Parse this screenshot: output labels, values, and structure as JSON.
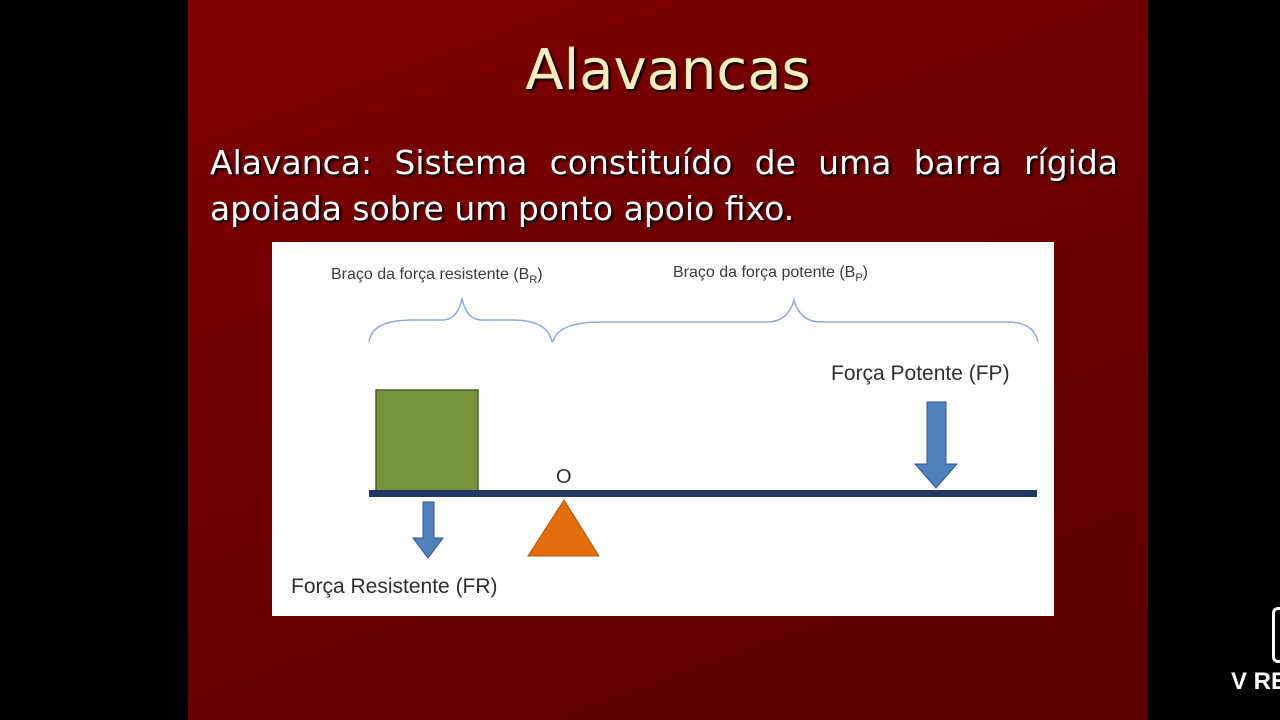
{
  "slide": {
    "title": "Alavancas",
    "body": "Alavanca: Sistema constituído de uma barra rígida apoiada sobre um ponto apoio fixo."
  },
  "diagram": {
    "arm_resistant_label": "Braço da força resistente (B",
    "arm_resistant_sub": "R",
    "arm_potent_label": "Braço da força potente (B",
    "arm_potent_sub": "P",
    "close_paren": ")",
    "fulcrum_label": "O",
    "force_potent_label": "Força Potente (FP)",
    "force_resistant_label": "Força Resistente (FR)",
    "colors": {
      "block": "#77933c",
      "fulcrum": "#e46c0a",
      "bar": "#1f3864",
      "arrow": "#4f81bd",
      "brace": "#8eaadb"
    }
  },
  "watermark": {
    "text": "V RE",
    "icon": "phone-icon"
  }
}
